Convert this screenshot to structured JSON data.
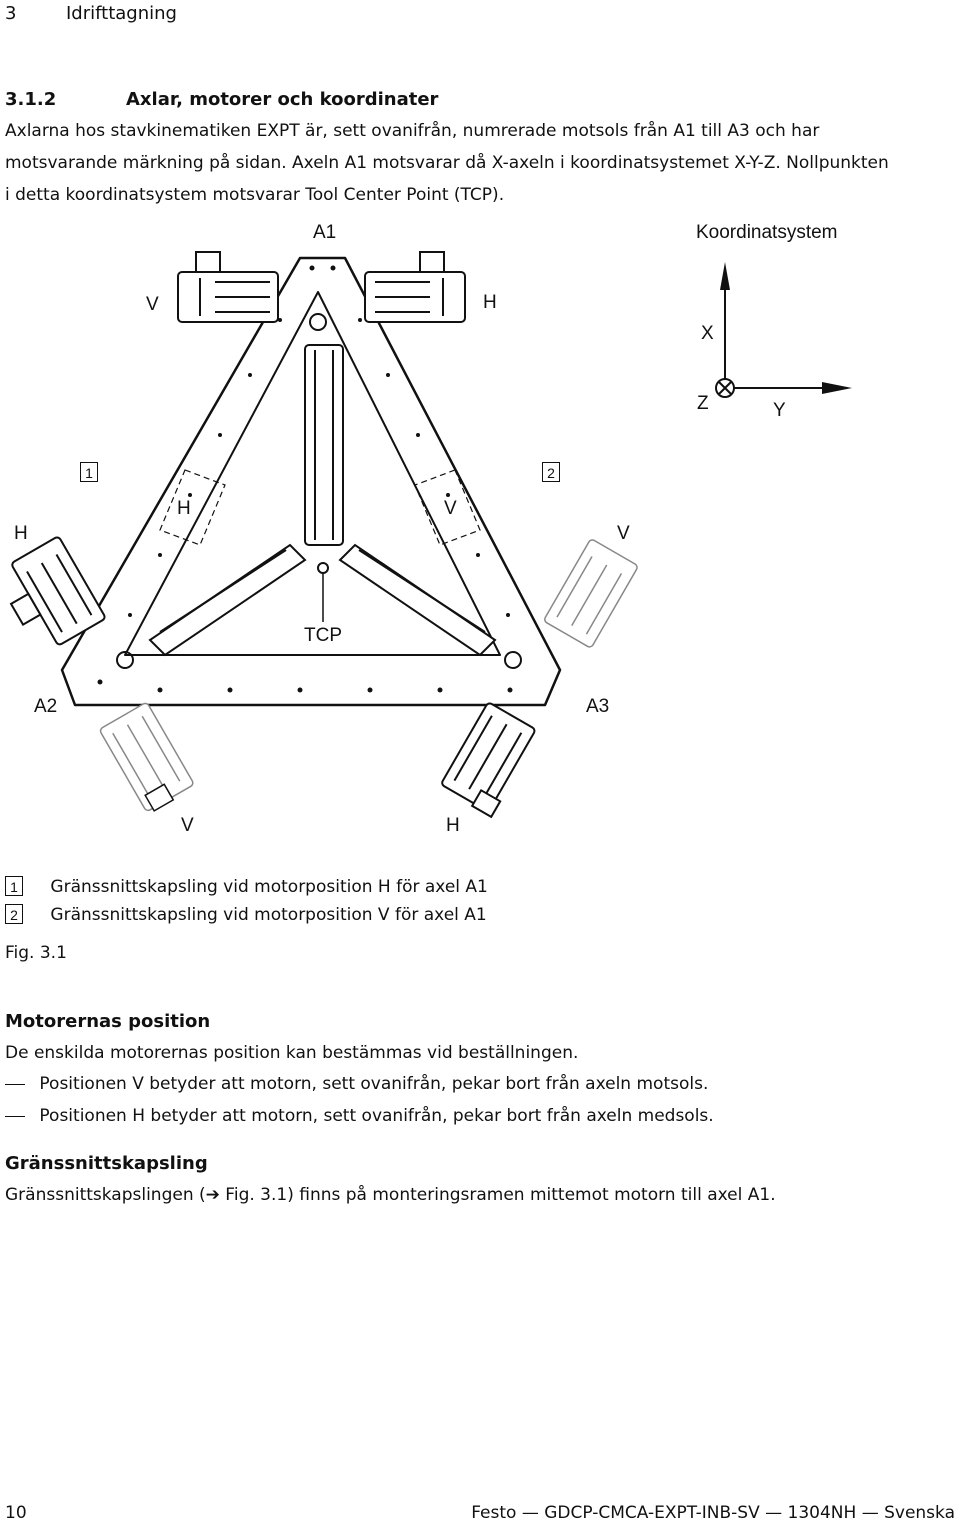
{
  "header": {
    "chapter_number": "3",
    "chapter_title": "Idrifttagning"
  },
  "section": {
    "number": "3.1.2",
    "title": "Axlar, motorer och koordinater"
  },
  "intro_lines": [
    "Axlarna hos stavkinematiken EXPT är, sett ovanifrån, numrerade motsols från A1 till A3 och har",
    "motsvarande märkning på sidan. Axeln A1 motsvarar då X-axeln i koordinatsystemet X-Y-Z. Nollpunkten",
    "i detta koordinatsystem motsvarar Tool Center Point (TCP)."
  ],
  "figure": {
    "labels": {
      "a1": "A1",
      "a2": "A2",
      "a3": "A3",
      "tcp": "TCP",
      "coord_title": "Koordinatsystem",
      "x": "X",
      "y": "Y",
      "z": "Z",
      "top_v": "V",
      "top_h": "H",
      "mid_left_h": "H",
      "mid_inner_h": "H",
      "mid_inner_v": "V",
      "mid_right_v": "V",
      "bot_v": "V",
      "bot_h": "H",
      "callout1": "1",
      "callout2": "2"
    },
    "caption": "Fig. 3.1"
  },
  "legend": [
    {
      "num": "1",
      "text": "Gränssnittskapsling vid motorposition H för axel A1"
    },
    {
      "num": "2",
      "text": "Gränssnittskapsling vid motorposition V för axel A1"
    }
  ],
  "motor_section": {
    "title": "Motorernas position",
    "intro": "De enskilda motorernas position kan bestämmas vid beställningen.",
    "bullets": [
      "Positionen V betyder att motorn, sett ovanifrån, pekar bort från axeln motsols.",
      "Positionen H betyder att motorn, sett ovanifrån, pekar bort från axeln medsols."
    ]
  },
  "interface_section": {
    "title": "Gränssnittskapsling",
    "text_before": "Gränssnittskapslingen (",
    "arrow": "➔",
    "text_after": " Fig. 3.1) finns på monteringsramen mittemot motorn till axel A1."
  },
  "footer": {
    "page": "10",
    "doc": "Festo — GDCP-CMCA-EXPT-INB-SV — 1304NH — Svenska"
  }
}
